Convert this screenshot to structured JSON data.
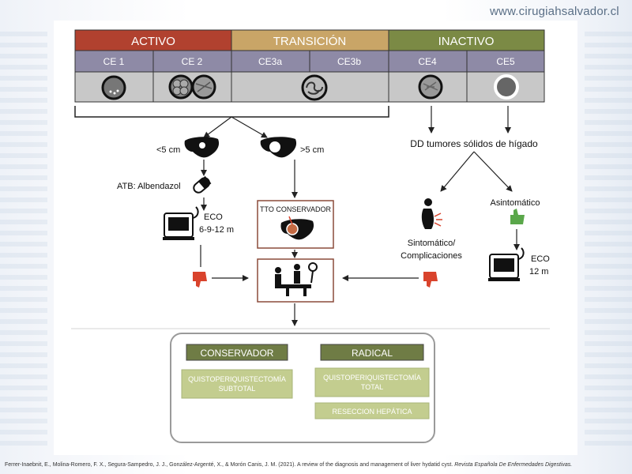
{
  "site": {
    "url": "www.cirugiahsalvador.cl"
  },
  "stages": {
    "activo": "ACTIVO",
    "transicion": "TRANSICIÓN",
    "inactivo": "INACTIVO"
  },
  "ce_types": [
    "CE 1",
    "CE 2",
    "CE3a",
    "CE3b",
    "CE4",
    "CE5"
  ],
  "left_branch": {
    "small_size": "<5 cm",
    "large_size": ">5 cm",
    "atb": "ATB: Albendazol",
    "eco_title": "ECO",
    "eco_interval": "6-9-12 m",
    "tto_conservador": "TTO CONSERVADOR"
  },
  "right_branch": {
    "dd": "DD tumores sólidos de hígado",
    "symptomatic_line1": "Sintomático/",
    "symptomatic_line2": "Complicaciones",
    "asymptomatic": "Asintomático",
    "eco_title": "ECO",
    "eco_interval": "12 m"
  },
  "surgery": {
    "conservador_title": "CONSERVADOR",
    "conservador_option_line1": "QUISTOPERIQUISTECTOMÍA",
    "conservador_option_line2": "SUBTOTAL",
    "radical_title": "RADICAL",
    "radical_option1_line1": "QUISTOPERIQUISTECTOMÍA",
    "radical_option1_line2": "TOTAL",
    "radical_option2": "RESECCION HEPÁTICA"
  },
  "citation": {
    "text": "Ferrer-Inaebnit, E., Molina-Romero, F. X., Segura-Sampedro, J. J., González-Argenté, X., & Morón Canis, J. M. (2021). A review of the diagnosis and management of liver hydatid cyst.",
    "journal": "Revista Española De Enfermedades Digestivas."
  },
  "colors": {
    "activo": "#b1412f",
    "transicion": "#c9a567",
    "inactivo": "#7b8a45",
    "ce_row": "#8e8aa6",
    "image_row": "#c8c8c8",
    "conservador_header": "#6f7c45",
    "option_fill": "#c3cd8f",
    "thumb_down": "#d9432c",
    "thumb_up": "#5aa74a"
  }
}
